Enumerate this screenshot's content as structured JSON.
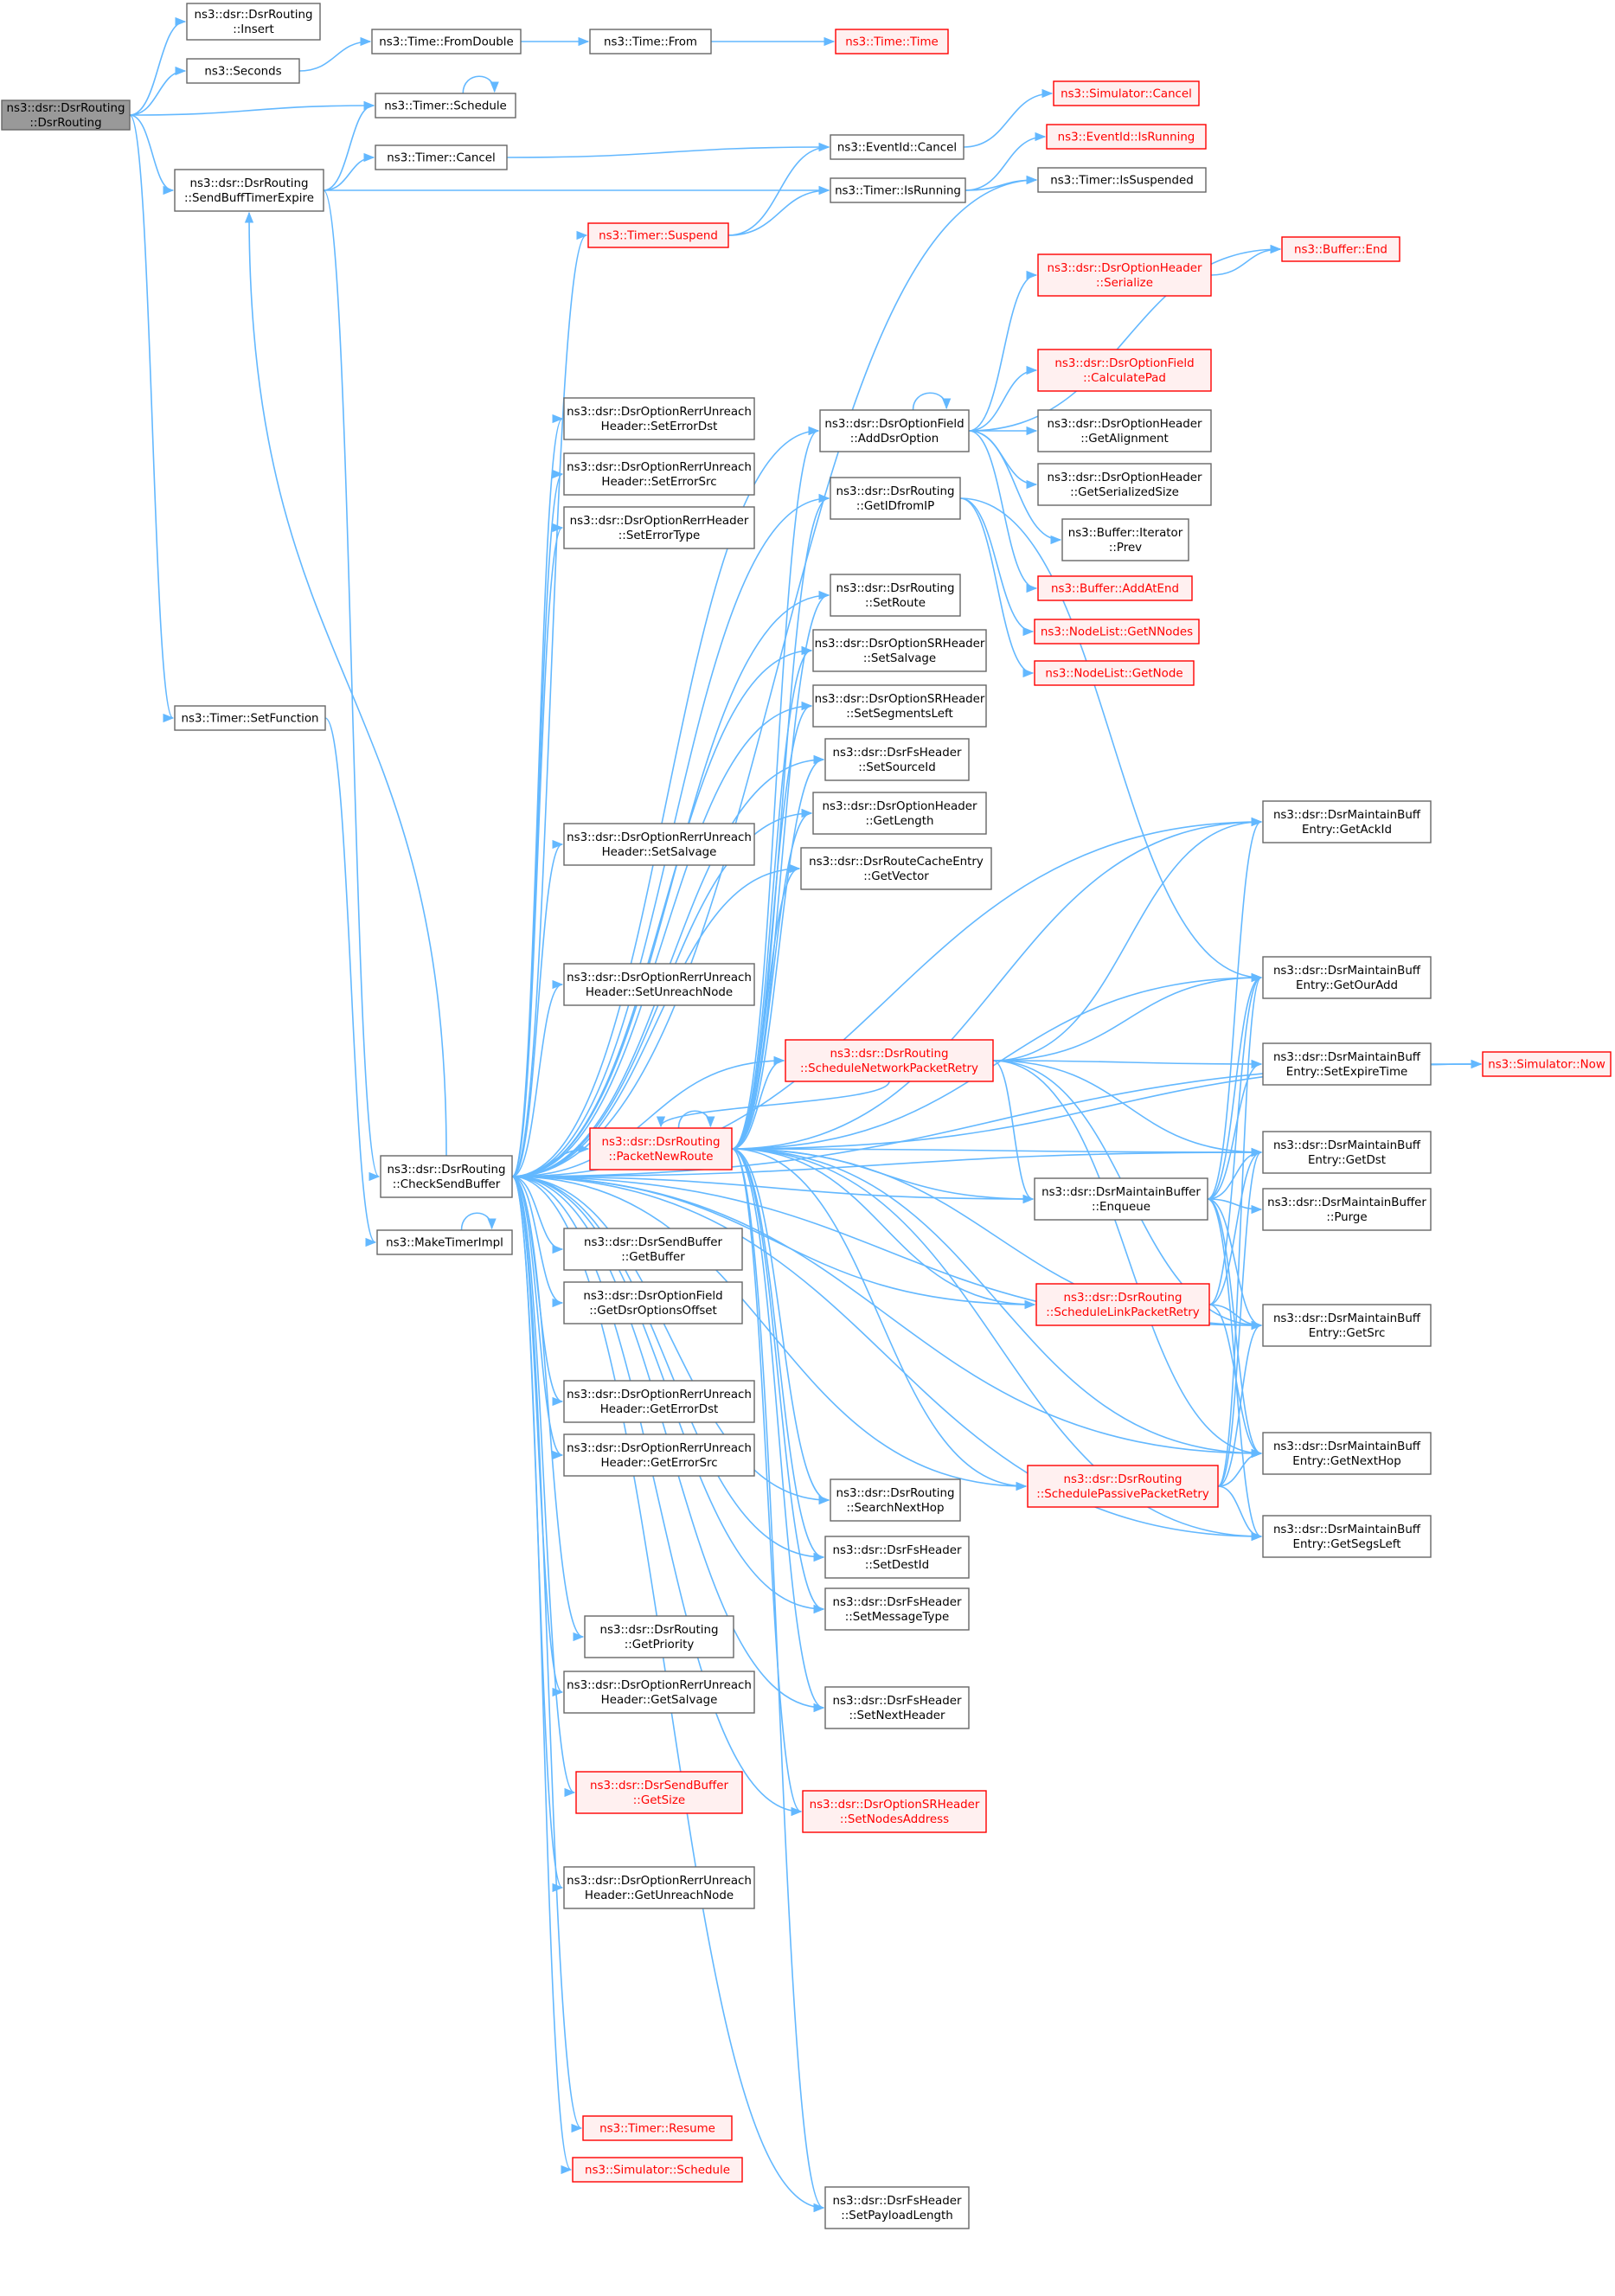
{
  "colors": {
    "edge": "#63b8ff",
    "node_border": "#666666",
    "node_border_truncated": "#ff0000",
    "node_fill_truncated": "#fff0f0",
    "root_fill": "#999999"
  },
  "nodes": [
    {
      "id": "root",
      "lines": [
        "ns3::dsr::DsrRouting",
        "::DsrRouting"
      ],
      "kind": "root"
    },
    {
      "id": "insert",
      "lines": [
        "ns3::dsr::DsrRouting",
        "::Insert"
      ],
      "kind": "normal"
    },
    {
      "id": "seconds",
      "lines": [
        "ns3::Seconds"
      ],
      "kind": "normal"
    },
    {
      "id": "fromdouble",
      "lines": [
        "ns3::Time::FromDouble"
      ],
      "kind": "normal"
    },
    {
      "id": "from",
      "lines": [
        "ns3::Time::From"
      ],
      "kind": "normal"
    },
    {
      "id": "time",
      "lines": [
        "ns3::Time::Time"
      ],
      "kind": "truncated"
    },
    {
      "id": "schedule",
      "lines": [
        "ns3::Timer::Schedule"
      ],
      "kind": "normal"
    },
    {
      "id": "sendbuff",
      "lines": [
        "ns3::dsr::DsrRouting",
        "::SendBuffTimerExpire"
      ],
      "kind": "normal"
    },
    {
      "id": "tcancel",
      "lines": [
        "ns3::Timer::Cancel"
      ],
      "kind": "normal"
    },
    {
      "id": "simcancel",
      "lines": [
        "ns3::Simulator::Cancel"
      ],
      "kind": "truncated"
    },
    {
      "id": "evcancel",
      "lines": [
        "ns3::EventId::Cancel"
      ],
      "kind": "normal"
    },
    {
      "id": "evisrunning",
      "lines": [
        "ns3::EventId::IsRunning"
      ],
      "kind": "truncated"
    },
    {
      "id": "isrunning",
      "lines": [
        "ns3::Timer::IsRunning"
      ],
      "kind": "normal"
    },
    {
      "id": "issuspended",
      "lines": [
        "ns3::Timer::IsSuspended"
      ],
      "kind": "normal"
    },
    {
      "id": "suspend",
      "lines": [
        "ns3::Timer::Suspend"
      ],
      "kind": "truncated"
    },
    {
      "id": "optserialize",
      "lines": [
        "ns3::dsr::DsrOptionHeader",
        "::Serialize"
      ],
      "kind": "truncated"
    },
    {
      "id": "bufend",
      "lines": [
        "ns3::Buffer::End"
      ],
      "kind": "truncated"
    },
    {
      "id": "calcpad",
      "lines": [
        "ns3::dsr::DsrOptionField",
        "::CalculatePad"
      ],
      "kind": "truncated"
    },
    {
      "id": "seterrordst",
      "lines": [
        "ns3::dsr::DsrOptionRerrUnreach",
        "Header::SetErrorDst"
      ],
      "kind": "normal"
    },
    {
      "id": "adddsr",
      "lines": [
        "ns3::dsr::DsrOptionField",
        "::AddDsrOption"
      ],
      "kind": "normal"
    },
    {
      "id": "getalign",
      "lines": [
        "ns3::dsr::DsrOptionHeader",
        "::GetAlignment"
      ],
      "kind": "normal"
    },
    {
      "id": "seterrorsrc",
      "lines": [
        "ns3::dsr::DsrOptionRerrUnreach",
        "Header::SetErrorSrc"
      ],
      "kind": "normal"
    },
    {
      "id": "getsersize",
      "lines": [
        "ns3::dsr::DsrOptionHeader",
        "::GetSerializedSize"
      ],
      "kind": "normal"
    },
    {
      "id": "getidfromip",
      "lines": [
        "ns3::dsr::DsrRouting",
        "::GetIDfromIP"
      ],
      "kind": "normal"
    },
    {
      "id": "seterrortype",
      "lines": [
        "ns3::dsr::DsrOptionRerrHeader",
        "::SetErrorType"
      ],
      "kind": "normal"
    },
    {
      "id": "iterprev",
      "lines": [
        "ns3::Buffer::Iterator",
        "::Prev"
      ],
      "kind": "normal"
    },
    {
      "id": "setroute",
      "lines": [
        "ns3::dsr::DsrRouting",
        "::SetRoute"
      ],
      "kind": "normal"
    },
    {
      "id": "addatend",
      "lines": [
        "ns3::Buffer::AddAtEnd"
      ],
      "kind": "truncated"
    },
    {
      "id": "getnnodes",
      "lines": [
        "ns3::NodeList::GetNNodes"
      ],
      "kind": "truncated"
    },
    {
      "id": "srsetsalvage",
      "lines": [
        "ns3::dsr::DsrOptionSRHeader",
        "::SetSalvage"
      ],
      "kind": "normal"
    },
    {
      "id": "getnode",
      "lines": [
        "ns3::NodeList::GetNode"
      ],
      "kind": "truncated"
    },
    {
      "id": "setfunction",
      "lines": [
        "ns3::Timer::SetFunction"
      ],
      "kind": "normal"
    },
    {
      "id": "setsegleft",
      "lines": [
        "ns3::dsr::DsrOptionSRHeader",
        "::SetSegmentsLeft"
      ],
      "kind": "normal"
    },
    {
      "id": "setsourceid",
      "lines": [
        "ns3::dsr::DsrFsHeader",
        "::SetSourceId"
      ],
      "kind": "normal"
    },
    {
      "id": "getlength",
      "lines": [
        "ns3::dsr::DsrOptionHeader",
        "::GetLength"
      ],
      "kind": "normal"
    },
    {
      "id": "rerrsetsalvage",
      "lines": [
        "ns3::dsr::DsrOptionRerrUnreach",
        "Header::SetSalvage"
      ],
      "kind": "normal"
    },
    {
      "id": "getackid",
      "lines": [
        "ns3::dsr::DsrMaintainBuff",
        "Entry::GetAckId"
      ],
      "kind": "normal"
    },
    {
      "id": "getvector",
      "lines": [
        "ns3::dsr::DsrRouteCacheEntry",
        "::GetVector"
      ],
      "kind": "normal"
    },
    {
      "id": "getouradd",
      "lines": [
        "ns3::dsr::DsrMaintainBuff",
        "Entry::GetOurAdd"
      ],
      "kind": "normal"
    },
    {
      "id": "setunreach",
      "lines": [
        "ns3::dsr::DsrOptionRerrUnreach",
        "Header::SetUnreachNode"
      ],
      "kind": "normal"
    },
    {
      "id": "schednet",
      "lines": [
        "ns3::dsr::DsrRouting",
        "::ScheduleNetworkPacketRetry"
      ],
      "kind": "truncated"
    },
    {
      "id": "setexpire",
      "lines": [
        "ns3::dsr::DsrMaintainBuff",
        "Entry::SetExpireTime"
      ],
      "kind": "normal"
    },
    {
      "id": "simnow",
      "lines": [
        "ns3::Simulator::Now"
      ],
      "kind": "truncated"
    },
    {
      "id": "pktnewroute",
      "lines": [
        "ns3::dsr::DsrRouting",
        "::PacketNewRoute"
      ],
      "kind": "truncated"
    },
    {
      "id": "getdst",
      "lines": [
        "ns3::dsr::DsrMaintainBuff",
        "Entry::GetDst"
      ],
      "kind": "normal"
    },
    {
      "id": "checksend",
      "lines": [
        "ns3::dsr::DsrRouting",
        "::CheckSendBuffer"
      ],
      "kind": "normal"
    },
    {
      "id": "enqueue",
      "lines": [
        "ns3::dsr::DsrMaintainBuffer",
        "::Enqueue"
      ],
      "kind": "normal"
    },
    {
      "id": "purge",
      "lines": [
        "ns3::dsr::DsrMaintainBuffer",
        "::Purge"
      ],
      "kind": "normal"
    },
    {
      "id": "getbuffer",
      "lines": [
        "ns3::dsr::DsrSendBuffer",
        "::GetBuffer"
      ],
      "kind": "normal"
    },
    {
      "id": "maketimer",
      "lines": [
        "ns3::MakeTimerImpl"
      ],
      "kind": "normal"
    },
    {
      "id": "getdsroff",
      "lines": [
        "ns3::dsr::DsrOptionField",
        "::GetDsrOptionsOffset"
      ],
      "kind": "normal"
    },
    {
      "id": "schedlink",
      "lines": [
        "ns3::dsr::DsrRouting",
        "::ScheduleLinkPacketRetry"
      ],
      "kind": "truncated"
    },
    {
      "id": "getsrc",
      "lines": [
        "ns3::dsr::DsrMaintainBuff",
        "Entry::GetSrc"
      ],
      "kind": "normal"
    },
    {
      "id": "geterrordst",
      "lines": [
        "ns3::dsr::DsrOptionRerrUnreach",
        "Header::GetErrorDst"
      ],
      "kind": "normal"
    },
    {
      "id": "geterrorsrc",
      "lines": [
        "ns3::dsr::DsrOptionRerrUnreach",
        "Header::GetErrorSrc"
      ],
      "kind": "normal"
    },
    {
      "id": "getnexthop",
      "lines": [
        "ns3::dsr::DsrMaintainBuff",
        "Entry::GetNextHop"
      ],
      "kind": "normal"
    },
    {
      "id": "schedpassive",
      "lines": [
        "ns3::dsr::DsrRouting",
        "::SchedulePassivePacketRetry"
      ],
      "kind": "truncated"
    },
    {
      "id": "searchnexthop",
      "lines": [
        "ns3::dsr::DsrRouting",
        "::SearchNextHop"
      ],
      "kind": "normal"
    },
    {
      "id": "getsegsleft",
      "lines": [
        "ns3::dsr::DsrMaintainBuff",
        "Entry::GetSegsLeft"
      ],
      "kind": "normal"
    },
    {
      "id": "setdestid",
      "lines": [
        "ns3::dsr::DsrFsHeader",
        "::SetDestId"
      ],
      "kind": "normal"
    },
    {
      "id": "setmsgtype",
      "lines": [
        "ns3::dsr::DsrFsHeader",
        "::SetMessageType"
      ],
      "kind": "normal"
    },
    {
      "id": "getpriority",
      "lines": [
        "ns3::dsr::DsrRouting",
        "::GetPriority"
      ],
      "kind": "normal"
    },
    {
      "id": "rerrgetsalvage",
      "lines": [
        "ns3::dsr::DsrOptionRerrUnreach",
        "Header::GetSalvage"
      ],
      "kind": "normal"
    },
    {
      "id": "setnexthdr",
      "lines": [
        "ns3::dsr::DsrFsHeader",
        "::SetNextHeader"
      ],
      "kind": "normal"
    },
    {
      "id": "getsize",
      "lines": [
        "ns3::dsr::DsrSendBuffer",
        "::GetSize"
      ],
      "kind": "truncated"
    },
    {
      "id": "setnodesaddr",
      "lines": [
        "ns3::dsr::DsrOptionSRHeader",
        "::SetNodesAddress"
      ],
      "kind": "truncated"
    },
    {
      "id": "getunreach",
      "lines": [
        "ns3::dsr::DsrOptionRerrUnreach",
        "Header::GetUnreachNode"
      ],
      "kind": "normal"
    },
    {
      "id": "resume",
      "lines": [
        "ns3::Timer::Resume"
      ],
      "kind": "truncated"
    },
    {
      "id": "simschedule",
      "lines": [
        "ns3::Simulator::Schedule"
      ],
      "kind": "truncated"
    },
    {
      "id": "setpayload",
      "lines": [
        "ns3::dsr::DsrFsHeader",
        "::SetPayloadLength"
      ],
      "kind": "normal"
    }
  ],
  "edges": [
    [
      "root",
      "insert"
    ],
    [
      "root",
      "seconds"
    ],
    [
      "root",
      "schedule"
    ],
    [
      "root",
      "sendbuff"
    ],
    [
      "root",
      "setfunction"
    ],
    [
      "seconds",
      "fromdouble"
    ],
    [
      "fromdouble",
      "from"
    ],
    [
      "from",
      "time"
    ],
    [
      "schedule",
      "schedule"
    ],
    [
      "sendbuff",
      "schedule"
    ],
    [
      "sendbuff",
      "tcancel"
    ],
    [
      "sendbuff",
      "isrunning"
    ],
    [
      "sendbuff",
      "checksend"
    ],
    [
      "tcancel",
      "evcancel"
    ],
    [
      "evcancel",
      "simcancel"
    ],
    [
      "isrunning",
      "evisrunning"
    ],
    [
      "isrunning",
      "issuspended"
    ],
    [
      "suspend",
      "evcancel"
    ],
    [
      "suspend",
      "isrunning"
    ],
    [
      "setfunction",
      "maketimer"
    ],
    [
      "maketimer",
      "maketimer"
    ],
    [
      "adddsr",
      "adddsr"
    ],
    [
      "adddsr",
      "optserialize"
    ],
    [
      "adddsr",
      "bufend"
    ],
    [
      "adddsr",
      "calcpad"
    ],
    [
      "adddsr",
      "getalign"
    ],
    [
      "adddsr",
      "getsersize"
    ],
    [
      "adddsr",
      "iterprev"
    ],
    [
      "adddsr",
      "addatend"
    ],
    [
      "optserialize",
      "bufend"
    ],
    [
      "getidfromip",
      "getnnodes"
    ],
    [
      "getidfromip",
      "getnode"
    ],
    [
      "getidfromip",
      "getouradd"
    ],
    [
      "setexpire",
      "simnow"
    ],
    [
      "schednet",
      "getackid"
    ],
    [
      "schednet",
      "getouradd"
    ],
    [
      "schednet",
      "setexpire"
    ],
    [
      "schednet",
      "getdst"
    ],
    [
      "schednet",
      "enqueue"
    ],
    [
      "schednet",
      "getsrc"
    ],
    [
      "schednet",
      "getnexthop"
    ],
    [
      "schednet",
      "pktnewroute"
    ],
    [
      "enqueue",
      "getackid"
    ],
    [
      "enqueue",
      "getouradd"
    ],
    [
      "enqueue",
      "getdst"
    ],
    [
      "enqueue",
      "purge"
    ],
    [
      "enqueue",
      "getsrc"
    ],
    [
      "enqueue",
      "getnexthop"
    ],
    [
      "enqueue",
      "getsegsleft"
    ],
    [
      "enqueue",
      "setexpire"
    ],
    [
      "schedlink",
      "getouradd"
    ],
    [
      "schedlink",
      "getdst"
    ],
    [
      "schedlink",
      "getsrc"
    ],
    [
      "schedlink",
      "getnexthop"
    ],
    [
      "schedpassive",
      "getdst"
    ],
    [
      "schedpassive",
      "getsrc"
    ],
    [
      "schedpassive",
      "getnexthop"
    ],
    [
      "schedpassive",
      "getsegsleft"
    ],
    [
      "schedpassive",
      "getouradd"
    ],
    [
      "pktnewroute",
      "pktnewroute"
    ],
    [
      "pktnewroute",
      "adddsr"
    ],
    [
      "pktnewroute",
      "getidfromip"
    ],
    [
      "pktnewroute",
      "setroute"
    ],
    [
      "pktnewroute",
      "srsetsalvage"
    ],
    [
      "pktnewroute",
      "setsegleft"
    ],
    [
      "pktnewroute",
      "setsourceid"
    ],
    [
      "pktnewroute",
      "getlength"
    ],
    [
      "pktnewroute",
      "getvector"
    ],
    [
      "pktnewroute",
      "getackid"
    ],
    [
      "pktnewroute",
      "getouradd"
    ],
    [
      "pktnewroute",
      "schednet"
    ],
    [
      "pktnewroute",
      "simnow"
    ],
    [
      "pktnewroute",
      "getdst"
    ],
    [
      "pktnewroute",
      "enqueue"
    ],
    [
      "pktnewroute",
      "schedlink"
    ],
    [
      "pktnewroute",
      "getsrc"
    ],
    [
      "pktnewroute",
      "schedpassive"
    ],
    [
      "pktnewroute",
      "searchnexthop"
    ],
    [
      "pktnewroute",
      "setdestid"
    ],
    [
      "pktnewroute",
      "setmsgtype"
    ],
    [
      "pktnewroute",
      "setnexthdr"
    ],
    [
      "pktnewroute",
      "setnodesaddr"
    ],
    [
      "pktnewroute",
      "getsegsleft"
    ],
    [
      "pktnewroute",
      "getnexthop"
    ],
    [
      "pktnewroute",
      "setpayload"
    ],
    [
      "checksend",
      "sendbuff"
    ],
    [
      "checksend",
      "suspend"
    ],
    [
      "checksend",
      "issuspended"
    ],
    [
      "checksend",
      "adddsr"
    ],
    [
      "checksend",
      "getackid"
    ],
    [
      "checksend",
      "seterrordst"
    ],
    [
      "checksend",
      "seterrorsrc"
    ],
    [
      "checksend",
      "seterrortype"
    ],
    [
      "checksend",
      "getidfromip"
    ],
    [
      "checksend",
      "setroute"
    ],
    [
      "checksend",
      "srsetsalvage"
    ],
    [
      "checksend",
      "setsegleft"
    ],
    [
      "checksend",
      "setsourceid"
    ],
    [
      "checksend",
      "getlength"
    ],
    [
      "checksend",
      "rerrsetsalvage"
    ],
    [
      "checksend",
      "getvector"
    ],
    [
      "checksend",
      "setunreach"
    ],
    [
      "checksend",
      "schednet"
    ],
    [
      "checksend",
      "pktnewroute"
    ],
    [
      "checksend",
      "getdst"
    ],
    [
      "checksend",
      "enqueue"
    ],
    [
      "checksend",
      "getbuffer"
    ],
    [
      "checksend",
      "getdsroff"
    ],
    [
      "checksend",
      "schedlink"
    ],
    [
      "checksend",
      "geterrordst"
    ],
    [
      "checksend",
      "geterrorsrc"
    ],
    [
      "checksend",
      "searchnexthop"
    ],
    [
      "checksend",
      "setdestid"
    ],
    [
      "checksend",
      "setmsgtype"
    ],
    [
      "checksend",
      "getpriority"
    ],
    [
      "checksend",
      "rerrgetsalvage"
    ],
    [
      "checksend",
      "setnexthdr"
    ],
    [
      "checksend",
      "getsize"
    ],
    [
      "checksend",
      "setnodesaddr"
    ],
    [
      "checksend",
      "getunreach"
    ],
    [
      "checksend",
      "getnexthop"
    ],
    [
      "checksend",
      "getsegsleft"
    ],
    [
      "checksend",
      "getsrc"
    ],
    [
      "checksend",
      "schedpassive"
    ],
    [
      "checksend",
      "resume"
    ],
    [
      "checksend",
      "simschedule"
    ],
    [
      "checksend",
      "setpayload"
    ],
    [
      "checksend",
      "simnow"
    ]
  ]
}
